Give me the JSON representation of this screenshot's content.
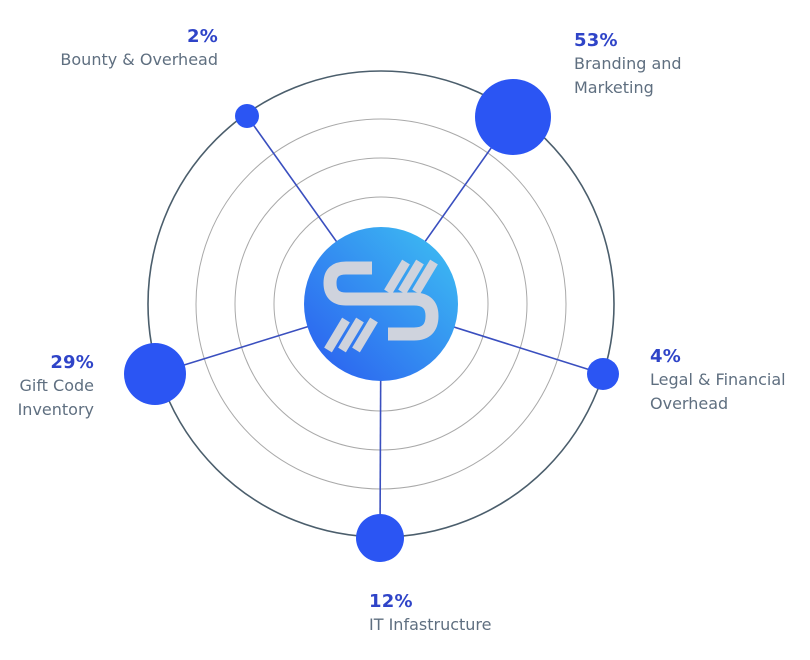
{
  "colors": {
    "node": "#2b55f3",
    "connector": "#3a4fbf",
    "outer_ring": "#4b5e6c",
    "inner_ring": "#a9a9a9",
    "percent_text": "#2f44c8",
    "label_text": "#5f6f80",
    "logo_gradient_start": "#2a5bf0",
    "logo_gradient_end": "#3ec2f2",
    "logo_glyph": "#cfd3dd"
  },
  "center_logo": {
    "icon": "s-logo-icon"
  },
  "allocations": [
    {
      "id": "bounty-overhead",
      "percent": "2%",
      "label": "Bounty & Overhead",
      "value": 2
    },
    {
      "id": "branding-marketing",
      "percent": "53%",
      "label": "Branding and Marketing",
      "value": 53
    },
    {
      "id": "legal-financial",
      "percent": "4%",
      "label": "Legal & Financial Overhead",
      "value": 4
    },
    {
      "id": "it-infrastructure",
      "percent": "12%",
      "label": "IT Infastructure",
      "value": 12
    },
    {
      "id": "gift-code-inventory",
      "percent": "29%",
      "label": "Gift Code Inventory",
      "value": 29
    }
  ]
}
